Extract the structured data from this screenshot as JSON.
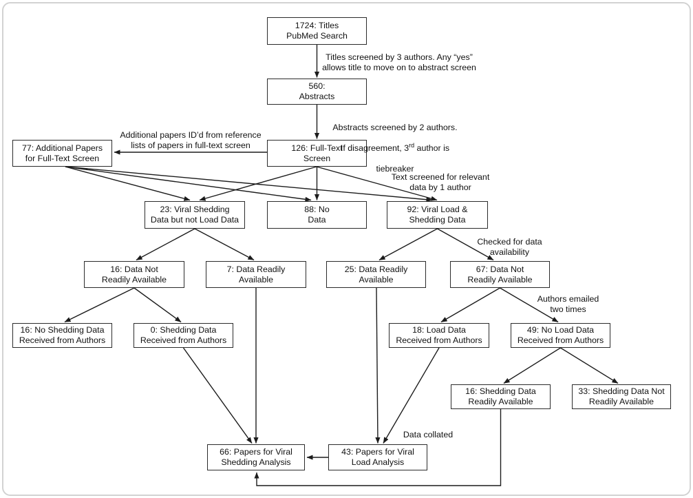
{
  "diagram": {
    "colors": {
      "background": "#ffffff",
      "box_border": "#2a2a2a",
      "line": "#1c1c1c",
      "frame_border": "#d2d2d2",
      "text": "#111111"
    },
    "nodes": {
      "titles": {
        "label": "1724: Titles\nPubMed Search"
      },
      "abstracts": {
        "label": "560:\nAbstracts"
      },
      "fulltext": {
        "label": "126: Full-Text\nScreen"
      },
      "additional": {
        "label": "77: Additional Papers\nfor Full-Text Screen"
      },
      "shed23": {
        "label": "23: Viral Shedding\nData but not Load Data"
      },
      "nodata88": {
        "label": "88: No\nData"
      },
      "loadshed92": {
        "label": "92: Viral Load &\nShedding Data"
      },
      "notready16": {
        "label": "16: Data Not\nReadily Available"
      },
      "ready7": {
        "label": "7: Data Readily\nAvailable"
      },
      "ready25": {
        "label": "25: Data Readily\nAvailable"
      },
      "notready67": {
        "label": "67: Data Not\nReadily Available"
      },
      "noshed16": {
        "label": "16: No Shedding Data\nReceived from Authors"
      },
      "shed0": {
        "label": "0: Shedding Data\nReceived from Authors"
      },
      "load18": {
        "label": "18: Load Data\nReceived from Authors"
      },
      "noload49": {
        "label": "49: No Load Data\nReceived from Authors"
      },
      "shedready16": {
        "label": "16: Shedding Data\nReadily Available"
      },
      "shednotready33": {
        "label": "33: Shedding Data Not\nReadily Available"
      },
      "shedanalysis66": {
        "label": "66: Papers for Viral\nShedding Analysis"
      },
      "loadanalysis43": {
        "label": "43: Papers for Viral\nLoad Analysis"
      }
    },
    "annotations": {
      "titles_screened": {
        "text": "Titles screened by 3 authors. Any “yes”\nallows title to move on to abstract screen"
      },
      "abstracts_screened": {
        "line1": "Abstracts screened by 2 authors.",
        "line2_pre": "If disagreement, 3",
        "line2_sup": "rd",
        "line2_post": " author is",
        "line3": "tiebreaker"
      },
      "additional_papers": {
        "text": "Additional papers ID’d from reference\nlists of papers in full-text screen"
      },
      "text_screened": {
        "text": "Text screened for relevant\ndata by 1 author"
      },
      "checked": {
        "text": "Checked for data\navailability"
      },
      "emailed": {
        "text": "Authors emailed\ntwo times"
      },
      "collated": {
        "text": "Data collated"
      }
    }
  }
}
